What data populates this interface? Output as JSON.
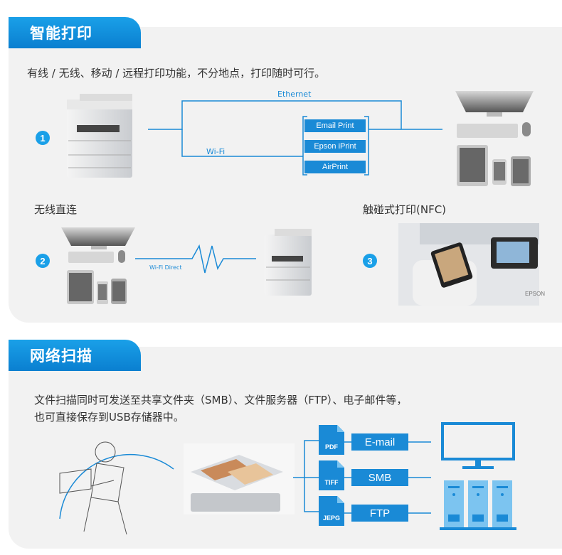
{
  "section1": {
    "title": "智能打印",
    "intro": "有线 / 无线、移动 / 远程打印功能，不分地点，打印随时可行。",
    "ethernet_label": "Ethernet",
    "wifi_label": "Wi-Fi",
    "services": [
      "Email Print",
      "Epson iPrint",
      "AirPrint"
    ],
    "badges": [
      "1",
      "2",
      "3"
    ],
    "wireless_direct_title": "无线直连",
    "wifi_direct_label": "Wi-Fi Direct",
    "nfc_title": "触碰式打印(NFC)",
    "nfc_brand": "EPSON"
  },
  "section2": {
    "title": "网络扫描",
    "desc_line1": "文件扫描同时可发送至共享文件夹（SMB）、文件服务器（FTP）、电子邮件等，",
    "desc_line2": "也可直接保存到USB存储器中。",
    "formats": [
      "PDF",
      "TIFF",
      "JEPG"
    ],
    "destinations": [
      "E-mail",
      "SMB",
      "FTP"
    ]
  },
  "colors": {
    "accent": "#1a8ad6",
    "banner": "#1aa0e8",
    "panel": "#f2f2f2"
  }
}
